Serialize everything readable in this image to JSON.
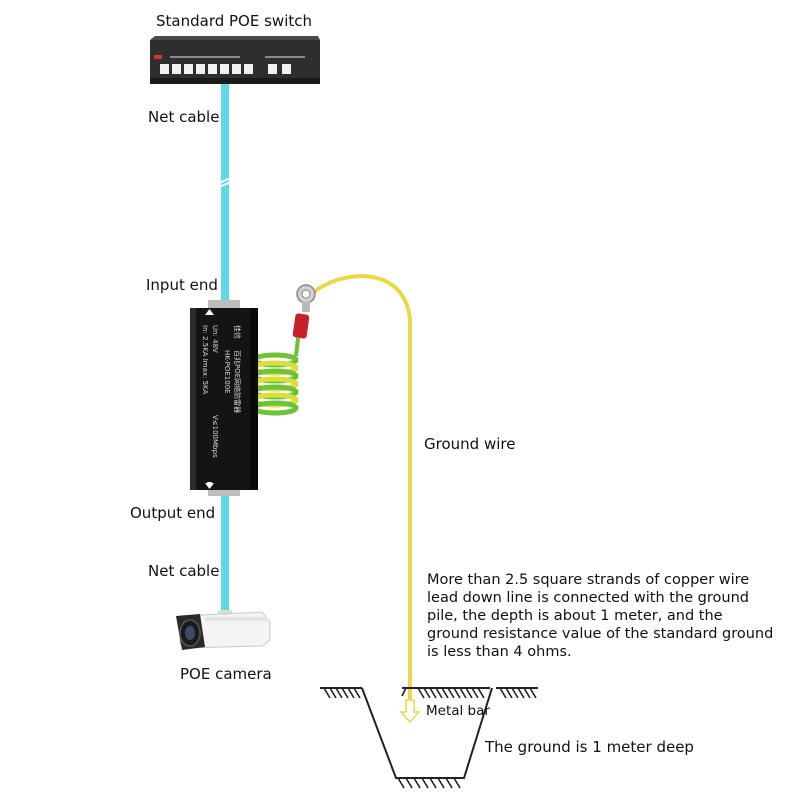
{
  "labels": {
    "switch": "Standard POE switch",
    "net_cable_top": "Net cable",
    "input_end": "Input end",
    "output_end": "Output end",
    "net_cable_bottom": "Net cable",
    "camera": "POE camera",
    "ground_wire": "Ground wire",
    "metal_bar": "Metal bar",
    "ground_depth": "The ground is 1 meter deep"
  },
  "description": "More than 2.5 square strands of copper wire lead down line is connected with the ground pile, the depth is about 1 meter, and the ground resistance value of the standard ground is less than 4 ohms.",
  "device_text": {
    "brand": "佳信",
    "title": "百兆POE网络防雷器",
    "model": "HK-POE100E",
    "spec1": "Un: 48V",
    "spec2": "In: 2.5KA  Imax: 5KA",
    "spec3": "V≤100Mbps"
  },
  "colors": {
    "net_cable": "#5fd8e8",
    "ground_wire": "#e8d84a",
    "coil_green": "#6ec23a",
    "coil_yellow": "#d8df3a",
    "device": "#141414",
    "terminal": "#c8202a"
  }
}
